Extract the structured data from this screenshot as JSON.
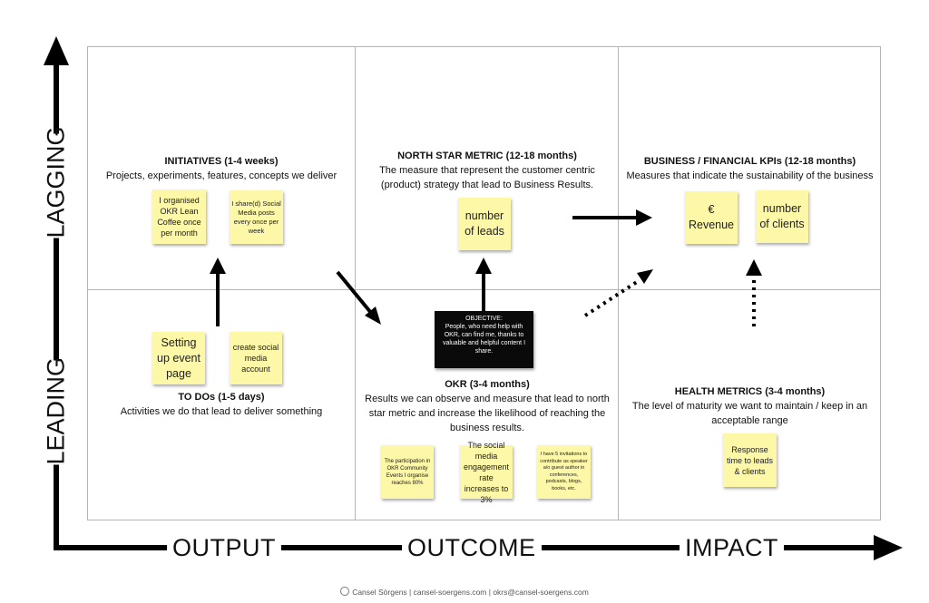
{
  "axes": {
    "x_labels": [
      "OUTPUT",
      "OUTCOME",
      "IMPACT"
    ],
    "y_labels": [
      "LAGGING",
      "LEADING"
    ]
  },
  "sections": {
    "initiatives": {
      "title": "INITIATIVES (1-4 weeks)",
      "desc": "Projects, experiments, features, concepts we deliver"
    },
    "north_star": {
      "title": "NORTH STAR METRIC (12-18 months)",
      "desc_line1": "The measure that represent the customer centric",
      "desc_line2": "(product) strategy that lead to Business Results."
    },
    "business": {
      "title": "BUSINESS / FINANCIAL KPIs (12-18 months)",
      "desc": "Measures that indicate the sustainability of the business"
    },
    "todos": {
      "title": "TO DOs (1-5 days)",
      "desc": "Activities we do that lead to deliver something"
    },
    "okr": {
      "title": "OKR (3-4 months)",
      "desc_line1": "Results we can observe and measure that lead to north",
      "desc_line2": "star metric and increase the likelihood of reaching the",
      "desc_line3": "business results."
    },
    "health": {
      "title": "HEALTH METRICS (3-4 months)",
      "desc_line1": "The level of maturity we want to maintain / keep in an",
      "desc_line2": "acceptable range"
    }
  },
  "notes": {
    "lean_coffee": "I organised OKR Lean Coffee once per month",
    "social_share": "I share(d) Social Media posts every once per week",
    "number_of_leads": "number of leads",
    "revenue": "€ Revenue",
    "number_of_clients": "number of clients",
    "setting_up_event": "Setting up event page",
    "create_account": "create social media account",
    "participation": "The participation in OKR Community Events I organise reaches 80%",
    "engagement": "The social media engagement rate increases to 3%",
    "invitations": "I have 5 invitations to contribute as speaker a/o guest author in conferences, podcasts, blogs, books, etc.",
    "response_time": "Response time to leads & clients"
  },
  "objective": {
    "label": "OBJECTIVE:",
    "text": "People, who need help with OKR, can find me, thanks to valuable and helpful content I share."
  },
  "footer": "Cansel Sörgens | cansel-soergens.com | okrs@cansel-soergens.com",
  "colors": {
    "note": "#fdf7a8",
    "objective_bg": "#0a0a0a",
    "grid": "#b5b5b5"
  }
}
